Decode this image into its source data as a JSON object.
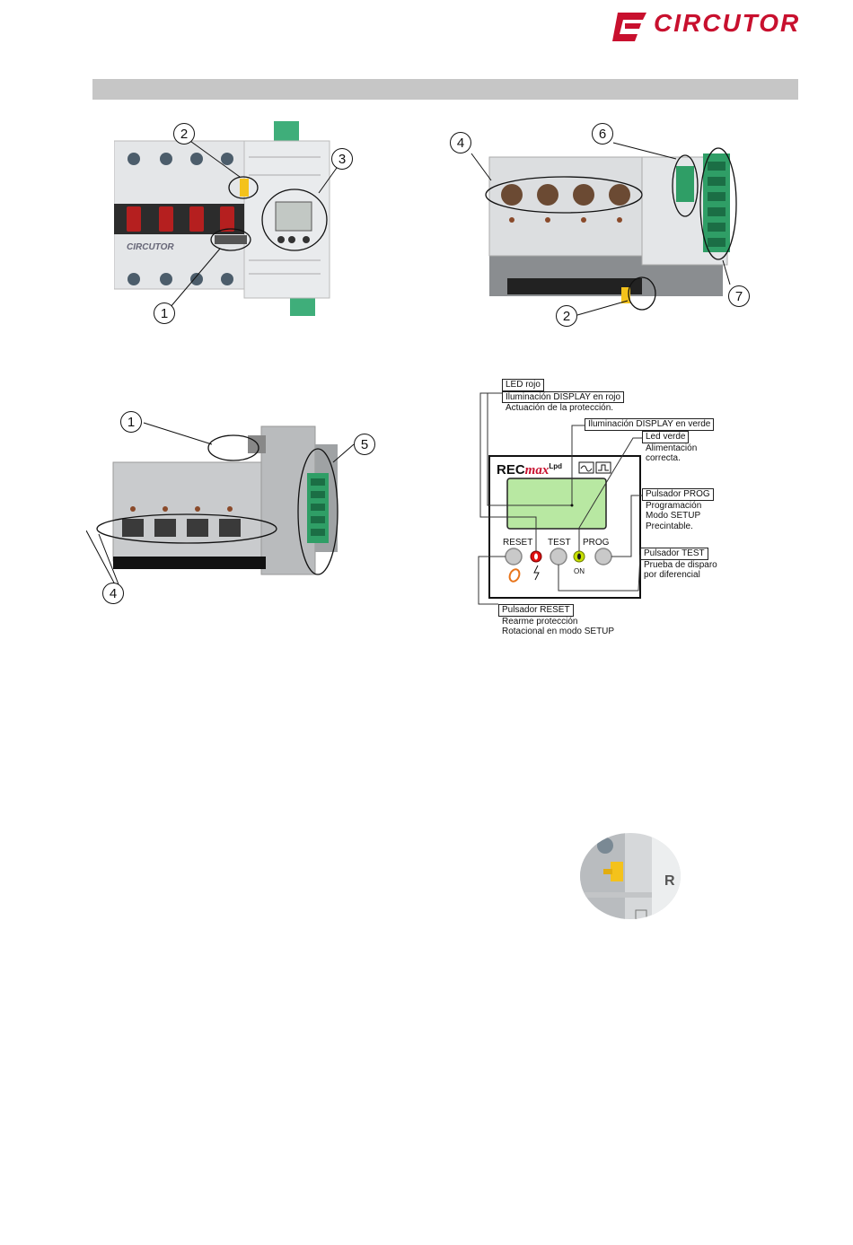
{
  "brand": {
    "name": "CIRCUTOR",
    "color": "#c8102e"
  },
  "figures": {
    "top_left": {
      "callouts": [
        "2",
        "3",
        "1"
      ],
      "label_brand": "CIRCUTOR"
    },
    "top_right": {
      "callouts": [
        "4",
        "6",
        "2",
        "7"
      ]
    },
    "middle_left": {
      "callouts": [
        "1",
        "5",
        "4"
      ]
    }
  },
  "panel": {
    "model": "REC",
    "model_italic": "max",
    "model_sup": "Lpd",
    "buttons": {
      "reset": "RESET",
      "test": "TEST",
      "prog": "PROG"
    },
    "on_label": "ON",
    "led_red_color": "#e01010",
    "led_green_color": "#c6e000",
    "display_color": "#b8e8a2"
  },
  "annotations": {
    "led_rojo": {
      "title": "LED rojo",
      "title2": "Iluminación DISPLAY en rojo",
      "desc": "Actuación de la protección."
    },
    "display_verde": {
      "title": "Iluminación DISPLAY en verde"
    },
    "led_verde": {
      "title": "Led verde",
      "l1": "Alimentación",
      "l2": "correcta."
    },
    "prog": {
      "title": "Pulsador PROG",
      "l1": "Programación",
      "l2": "Modo SETUP",
      "l3": "Precintable."
    },
    "test": {
      "title": "Pulsador TEST",
      "l1": "Prueba de disparo",
      "l2": "por diferencial"
    },
    "reset": {
      "title": "Pulsador RESET",
      "l1": "Rearme protección",
      "l2": "Rotacional en modo SETUP"
    }
  },
  "inset": {
    "letter": "R"
  }
}
